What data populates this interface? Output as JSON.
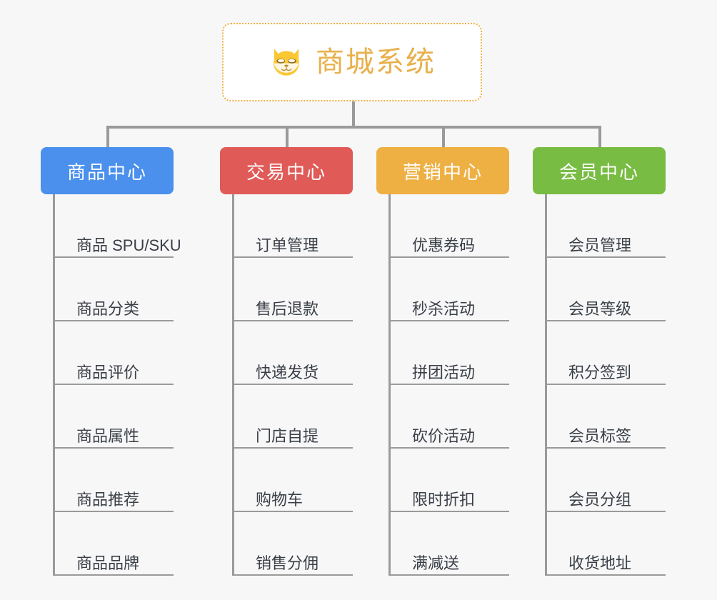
{
  "diagram": {
    "type": "org-tree",
    "root": {
      "title": "商城系统",
      "icon": "shiba-dog-icon",
      "border_color": "#eeb043",
      "text_color": "#e8b04b"
    },
    "background_color": "#f7f7f7",
    "connector_color": "#9a9a9a",
    "columns": [
      {
        "label": "商品中心",
        "color": "#4a90ec",
        "items": [
          "商品 SPU/SKU",
          "商品分类",
          "商品评价",
          "商品属性",
          "商品推荐",
          "商品品牌"
        ]
      },
      {
        "label": "交易中心",
        "color": "#e05a57",
        "items": [
          "订单管理",
          "售后退款",
          "快递发货",
          "门店自提",
          "购物车",
          "销售分佣"
        ]
      },
      {
        "label": "营销中心",
        "color": "#eeb043",
        "items": [
          "优惠券码",
          "秒杀活动",
          "拼团活动",
          "砍价活动",
          "限时折扣",
          "满减送"
        ]
      },
      {
        "label": "会员中心",
        "color": "#78bc43",
        "items": [
          "会员管理",
          "会员等级",
          "积分签到",
          "会员标签",
          "会员分组",
          "收货地址"
        ]
      }
    ]
  }
}
